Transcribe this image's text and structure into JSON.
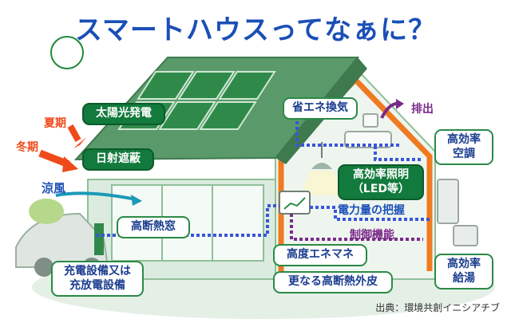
{
  "title": "スマートハウスってなぁに？",
  "labels": {
    "solar": "太陽光発電",
    "shading": "日射遮蔽",
    "cool_breeze": "涼風",
    "summer": "夏期",
    "winter": "冬期",
    "insulated_window": "高断熱窓",
    "ev_charger": [
      "充電設備又は",
      "充放電設備"
    ],
    "ventilation": "省エネ換気",
    "exhaust": "排出",
    "lighting": [
      "高効率照明",
      "（LED等）"
    ],
    "power_monitor": "電力量の把握",
    "control": "制御機能",
    "hems": "高度エネマネ",
    "insulation": "更なる高断熱外皮",
    "aircon": [
      "高効率",
      "空調"
    ],
    "water_heater": [
      "高効率",
      "給湯"
    ]
  },
  "source": "出典：環境共創イニシアチブ",
  "colors": {
    "title": "#1a4fb8",
    "green_box": "#127a3c",
    "wall_frame": "#f07a20",
    "blue_line": "#3a56d8",
    "purple_line": "#7a2a8a",
    "arrow_red": "#f04a1a",
    "roof": "#5a9a6a",
    "panel": "#2f8a4a"
  }
}
